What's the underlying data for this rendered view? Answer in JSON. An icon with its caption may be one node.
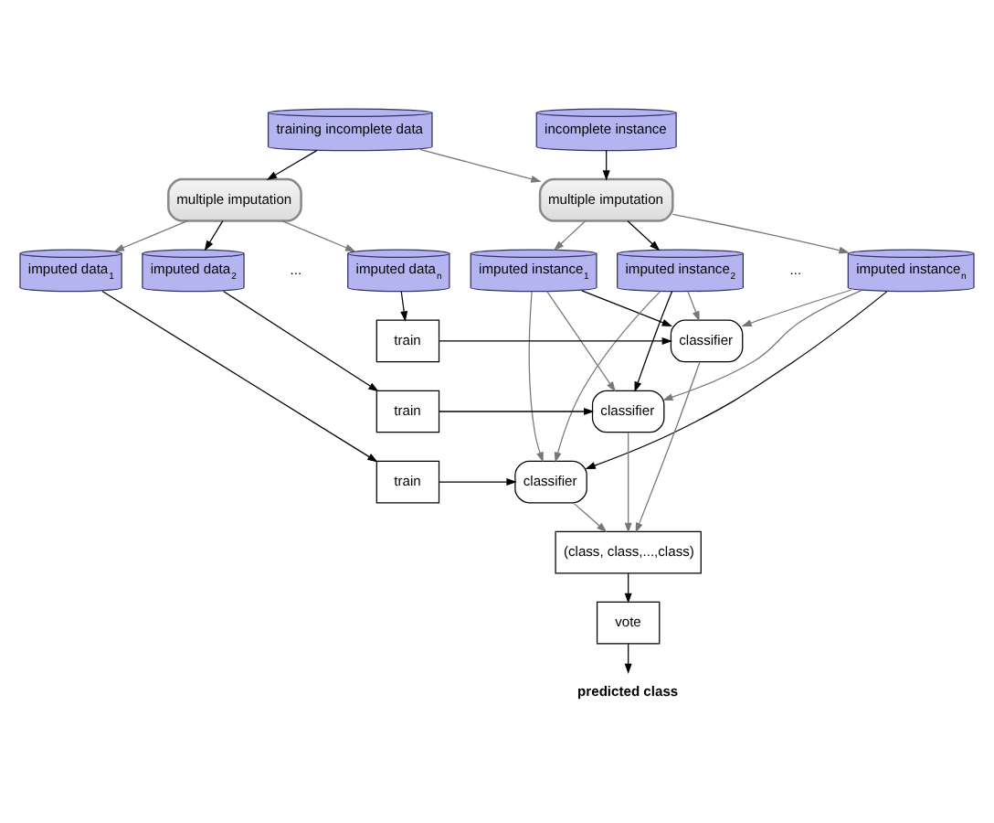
{
  "diagram": {
    "nodes": [
      {
        "text": [
          "training incomplete data"
        ]
      },
      {
        "text": [
          "multiple imputation"
        ]
      },
      {
        "text": [
          "imputed data$_{1}$"
        ]
      },
      {
        "text": [
          "imputed data$_{2}$"
        ]
      },
      {
        "text": [
          "imputed data$_{n}$"
        ]
      },
      {
        "text": [
          "incomplete instance"
        ]
      },
      {
        "text": [
          "multiple imputation"
        ]
      },
      {
        "text": [
          "imputed instance$_{1}$"
        ]
      },
      {
        "text": [
          "imputed instance$_{2}$"
        ]
      },
      {
        "text": [
          "imputed instance$_{n}$"
        ]
      },
      {
        "text": [
          "train"
        ]
      },
      {
        "text": [
          "classifier"
        ]
      },
      {
        "text": [
          "train"
        ]
      },
      {
        "text": [
          "classifier"
        ]
      },
      {
        "text": [
          "train"
        ]
      },
      {
        "text": [
          "classifier"
        ]
      },
      {
        "text": [
          "(class, class,...,class)"
        ]
      },
      {
        "text": [
          "vote"
        ]
      },
      {
        "text": [
          "predicted class"
        ]
      }
    ],
    "edges": [
      {
        "from": 0,
        "to": 1,
        "arrow": "to"
      },
      {
        "from": 0,
        "to": 6,
        "arrow": "to",
        "color": "#777777"
      },
      {
        "from": 1,
        "to": 2,
        "arrow": "to",
        "color": "#777777"
      },
      {
        "from": 1,
        "to": 3,
        "arrow": "to"
      },
      {
        "from": 1,
        "to": 4,
        "arrow": "to",
        "color": "#777777"
      },
      {
        "from": 5,
        "to": 6,
        "arrow": "to"
      },
      {
        "from": 6,
        "to": 7,
        "arrow": "to",
        "color": "#777777"
      },
      {
        "from": 6,
        "to": 8,
        "arrow": "to"
      },
      {
        "from": 6,
        "to": 9,
        "arrow": "to",
        "color": "#777777"
      },
      {
        "from": 4,
        "to": 10,
        "arrow": "to"
      },
      {
        "from": 3,
        "to": 12,
        "arrow": "to"
      },
      {
        "from": 2,
        "to": 14,
        "arrow": "to"
      },
      {
        "from": 10,
        "to": 11,
        "arrow": "to"
      },
      {
        "from": 12,
        "to": 13,
        "arrow": "to"
      },
      {
        "from": 14,
        "to": 15,
        "arrow": "to"
      },
      {
        "from": 7,
        "to": 11,
        "arrow": "to"
      },
      {
        "from": 7,
        "to": 13,
        "arrow": "to",
        "color": "#777777"
      },
      {
        "from": 7,
        "to": 15,
        "arrow": "to",
        "color": "#777777"
      },
      {
        "from": 8,
        "to": 11,
        "arrow": "to",
        "color": "#777777"
      },
      {
        "from": 8,
        "to": 13,
        "arrow": "to"
      },
      {
        "from": 8,
        "to": 15,
        "arrow": "to",
        "color": "#777777"
      },
      {
        "from": 9,
        "to": 11,
        "arrow": "to",
        "color": "#777777"
      },
      {
        "from": 9,
        "to": 13,
        "arrow": "to",
        "color": "#777777"
      },
      {
        "from": 9,
        "to": 15,
        "arrow": "to"
      },
      {
        "from": 11,
        "to": 16,
        "arrow": "to",
        "color": "#777777"
      },
      {
        "from": 13,
        "to": 16,
        "arrow": "to",
        "color": "#777777"
      },
      {
        "from": 15,
        "to": 16,
        "arrow": "to",
        "color": "#777777"
      },
      {
        "from": 16,
        "to": 17,
        "arrow": "to"
      },
      {
        "from": 17,
        "to": 18,
        "arrow": "to"
      }
    ],
    "labels": [
      "...",
      "..."
    ]
  }
}
